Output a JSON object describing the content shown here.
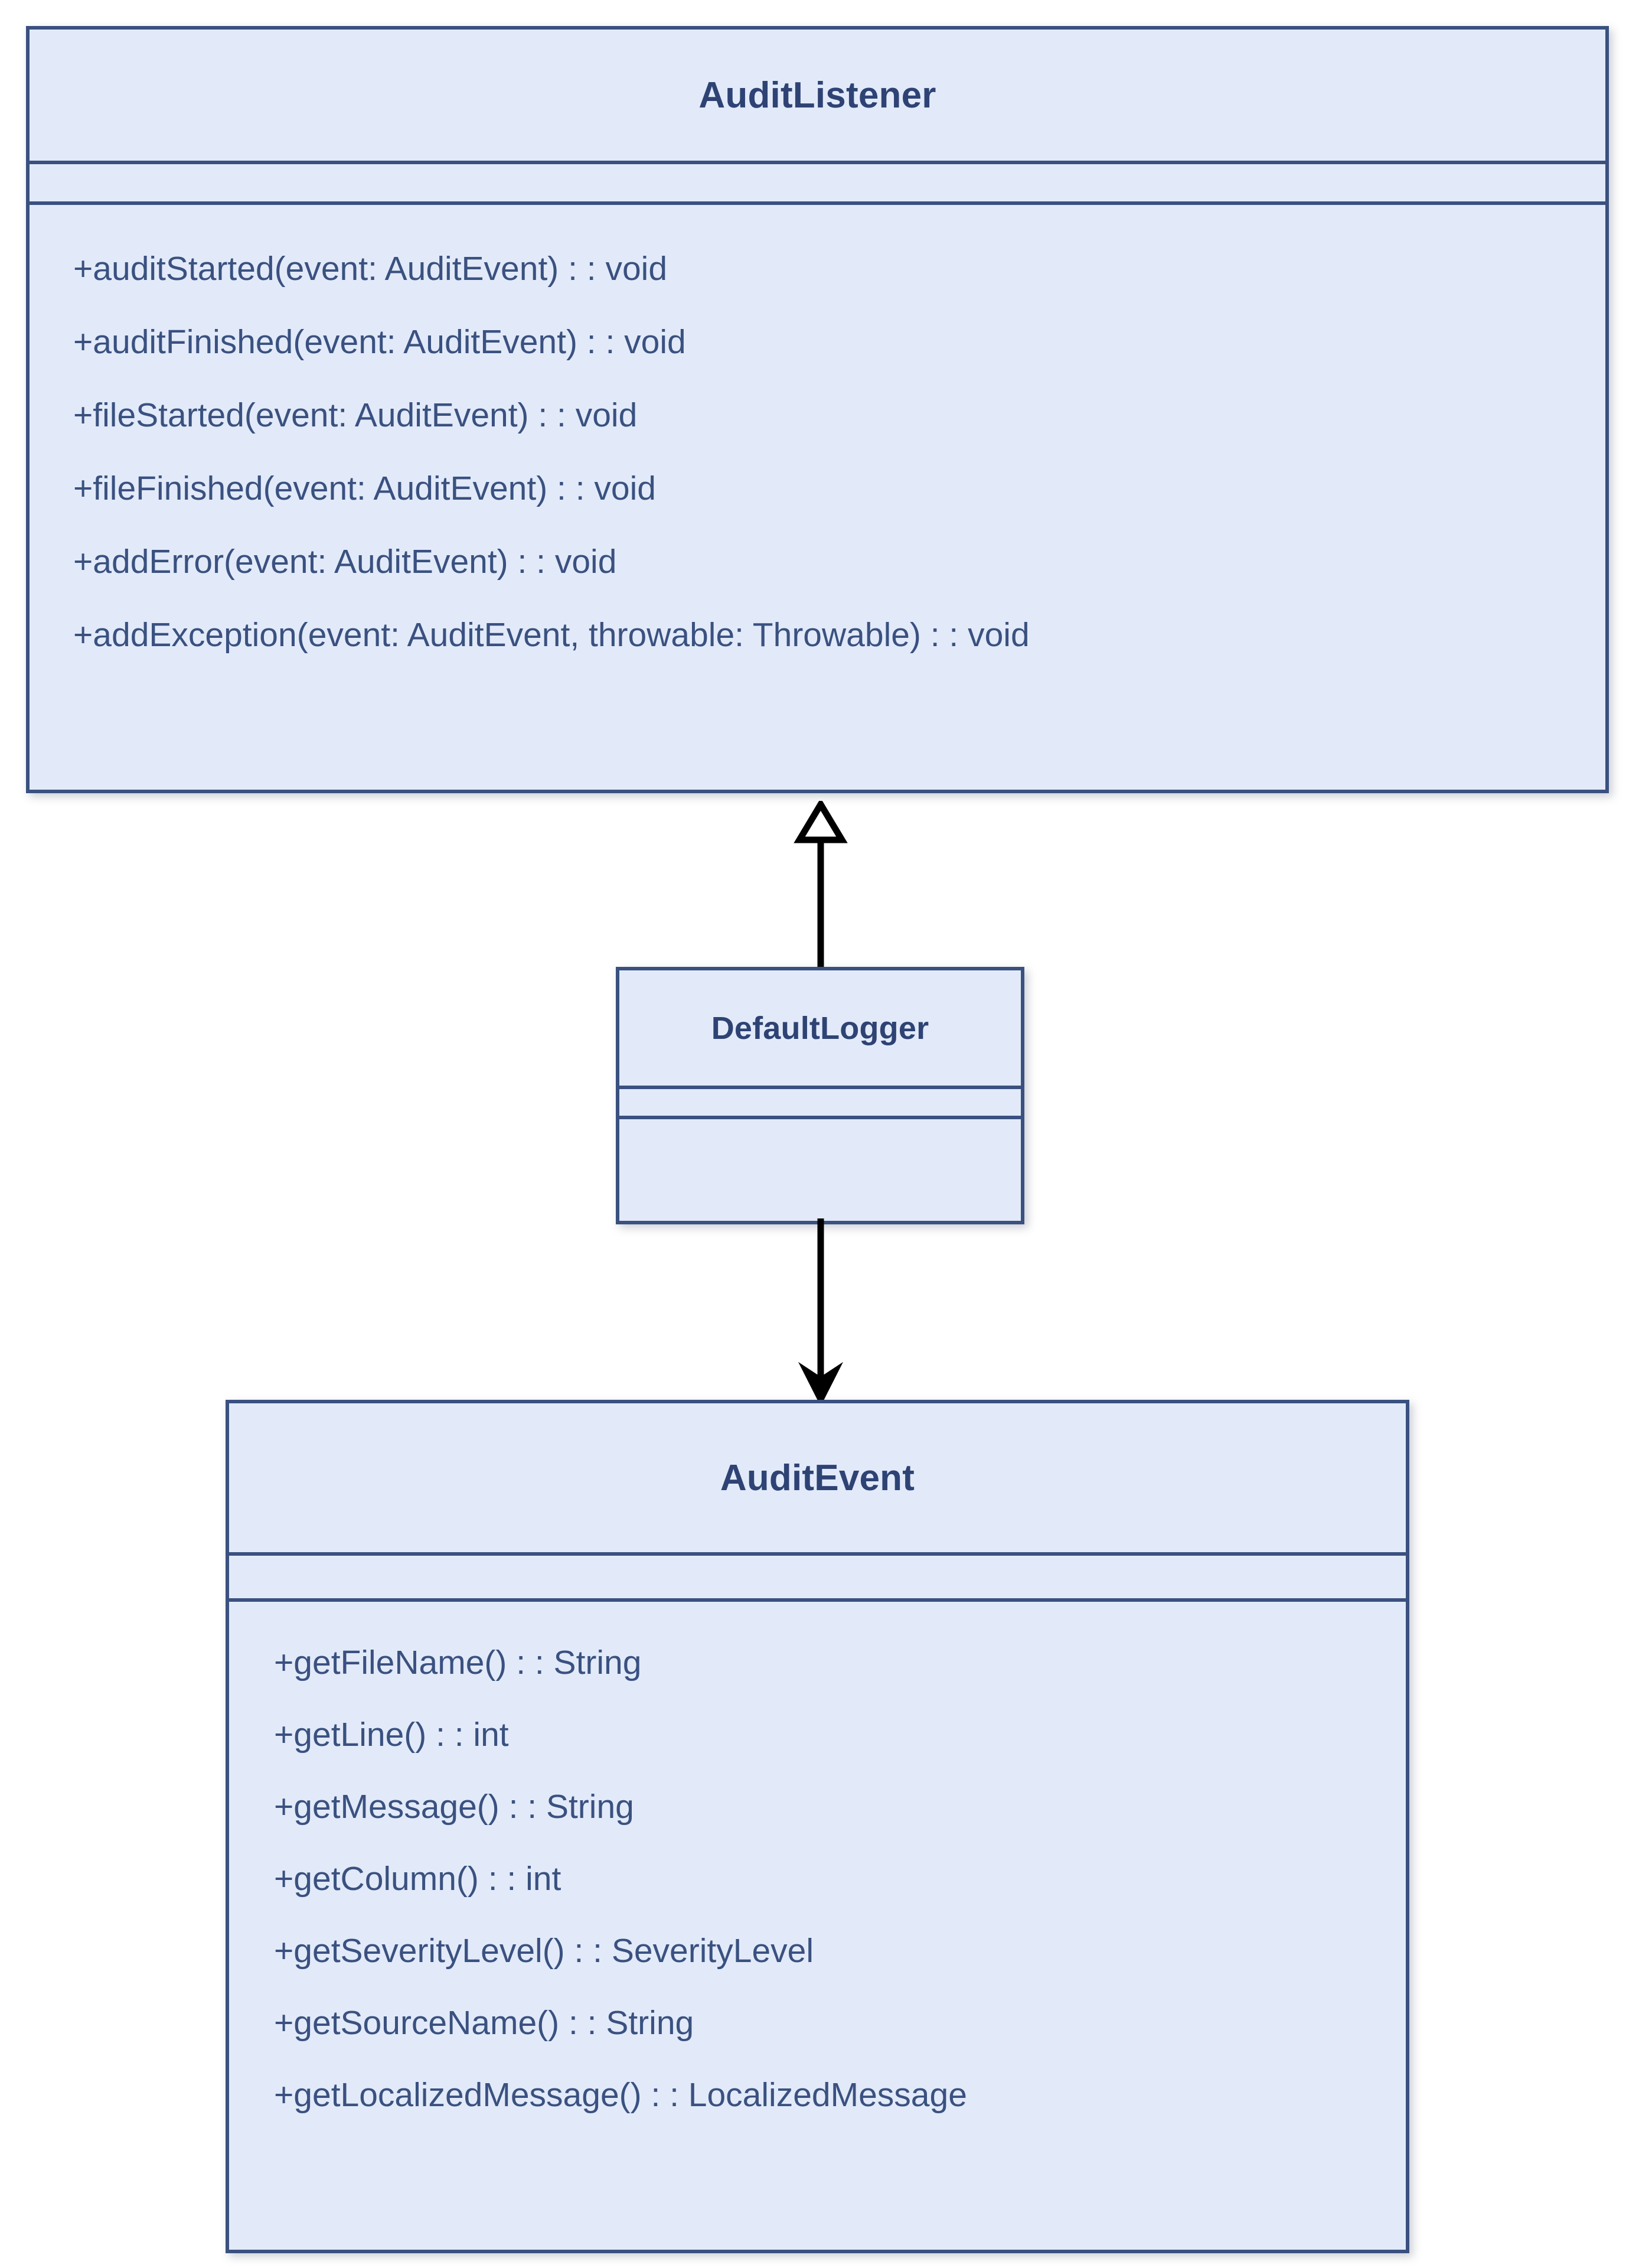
{
  "diagram": {
    "kind": "uml-class-diagram",
    "background_color": "#ffffff",
    "palette": {
      "class_fill": "#e2eaf9",
      "class_border": "#3a5180",
      "title_text": "#2e4374",
      "member_text": "#3a5180",
      "connector": "#000000"
    },
    "classes": [
      {
        "id": "auditlistener",
        "name": "AuditListener",
        "attributes": [],
        "methods": [
          "+auditStarted(event: AuditEvent) : : void",
          "+auditFinished(event: AuditEvent) : : void",
          "+fileStarted(event: AuditEvent) : : void",
          "+fileFinished(event: AuditEvent) : : void",
          "+addError(event: AuditEvent) : : void",
          "+addException(event: AuditEvent, throwable: Throwable) : : void"
        ]
      },
      {
        "id": "defaultlogger",
        "name": "DefaultLogger",
        "attributes": [],
        "methods": []
      },
      {
        "id": "auditevent",
        "name": "AuditEvent",
        "attributes": [],
        "methods": [
          "+getFileName() : : String",
          "+getLine() : : int",
          "+getMessage() : : String",
          "+getColumn() : : int",
          "+getSeverityLevel() : : SeverityLevel",
          "+getSourceName() : : String",
          "+getLocalizedMessage() : : LocalizedMessage"
        ]
      }
    ],
    "connectors": [
      {
        "id": "realization",
        "from": "defaultlogger",
        "to": "auditlistener",
        "arrow": "hollow-triangle-up",
        "line": "solid",
        "label": ""
      },
      {
        "id": "dependency",
        "from": "defaultlogger",
        "to": "auditevent",
        "arrow": "filled-open-arrow-down",
        "line": "solid",
        "label": ""
      }
    ]
  }
}
